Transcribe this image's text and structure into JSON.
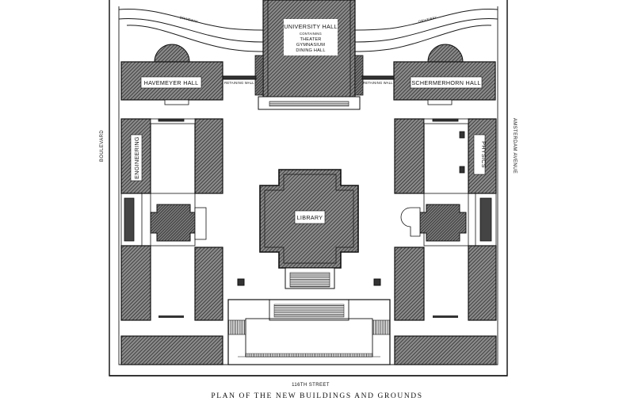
{
  "plan": {
    "caption": "PLAN OF THE NEW BUILDINGS AND GROUNDS",
    "streets": {
      "west": "BOULEVARD",
      "east": "AMSTERDAM AVENUE",
      "south": "116TH STREET",
      "driveway_left": "DRIVEWAY",
      "driveway_right": "DRIVEWAY"
    },
    "buildings": {
      "university_hall": "UNIVERSITY HALL",
      "university_hall_containing": "CONTAINING",
      "university_hall_contents": [
        "THEATER",
        "GYMNASIUM",
        "DINING HALL"
      ],
      "havemeyer": "HAVEMEYER HALL",
      "schermerhorn": "SCHERMERHORN HALL",
      "engineering": "ENGINEERING",
      "physics": "PHYSICS",
      "library": "LIBRARY"
    },
    "walls": {
      "left": "RETAINING WALL",
      "right": "RETAINING WALL"
    }
  },
  "colors": {
    "ink": "#1a1a1a",
    "building_fill": "#6e6e6e",
    "paper": "#ffffff"
  }
}
